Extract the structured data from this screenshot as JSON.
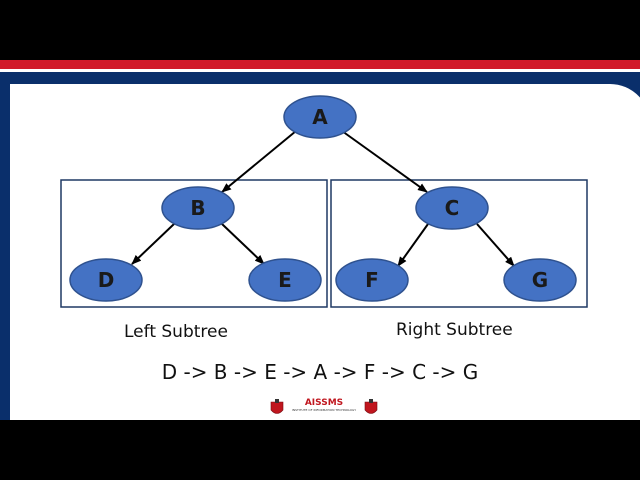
{
  "nodes": {
    "a": "A",
    "b": "B",
    "c": "C",
    "d": "D",
    "e": "E",
    "f": "F",
    "g": "G"
  },
  "captions": {
    "left_subtree": "Left Subtree",
    "right_subtree": "Right Subtree"
  },
  "traversal_order": "D -> B -> E -> A -> F -> C -> G",
  "logo": {
    "name": "AISSMS",
    "subtitle": "INSTITUTE OF INFORMATION TECHNOLOGY"
  },
  "colors": {
    "node_fill": "#4472c4",
    "node_stroke": "#2f528f",
    "box_stroke": "#1f3864",
    "edge": "#000000",
    "frame_blue": "#0a2f6b",
    "frame_red": "#d11a2a"
  }
}
